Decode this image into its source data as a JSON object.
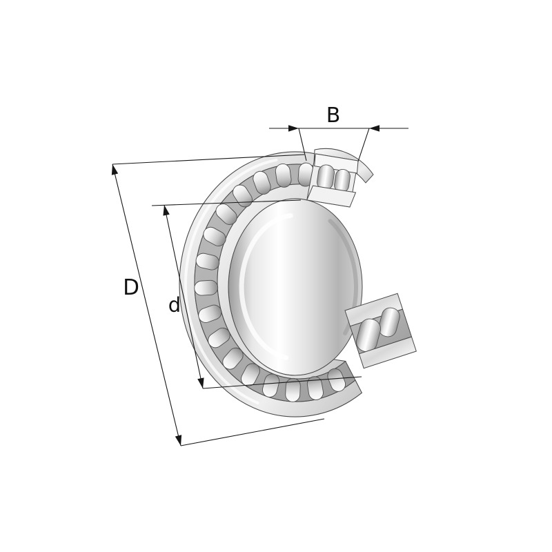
{
  "figure": {
    "dimension_labels": {
      "outer_diameter": "D",
      "bore_diameter": "d",
      "width": "B"
    }
  },
  "colors": {
    "background": "#ffffff",
    "line": "#161616",
    "metal_light": "#f7f7f7",
    "metal_mid": "#cccccc",
    "metal_dark": "#8f8f8f"
  }
}
